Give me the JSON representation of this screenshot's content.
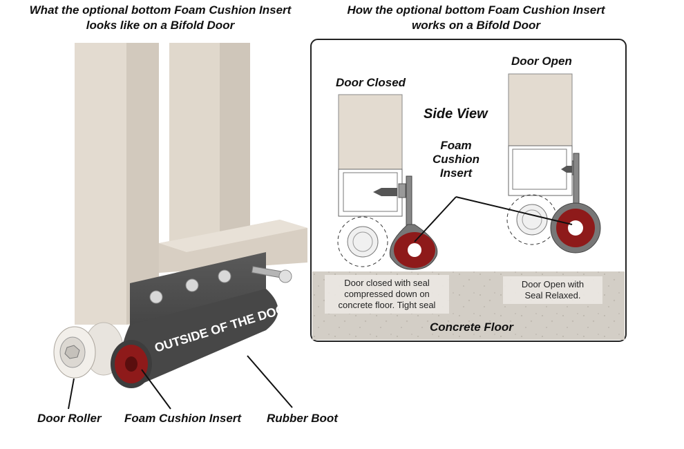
{
  "left_title": {
    "line1": "What the optional bottom Foam Cushion Insert",
    "line2": "looks like on a Bifold Door"
  },
  "right_title": {
    "line1": "How the optional bottom Foam Cushion Insert",
    "line2": "works on a Bifold Door"
  },
  "boot_text": "OUTSIDE OF THE DOOR",
  "labels": {
    "door_roller": "Door Roller",
    "foam_insert": "Foam Cushion Insert",
    "rubber_boot": "Rubber Boot"
  },
  "panel": {
    "door_closed": "Door Closed",
    "door_open": "Door Open",
    "side_view": "Side View",
    "foam_label": {
      "line1": "Foam",
      "line2": "Cushion",
      "line3": "Insert"
    },
    "caption_closed": {
      "line1": "Door closed with seal",
      "line2": "compressed down on",
      "line3": "concrete floor. Tight seal"
    },
    "caption_open": {
      "line1": "Door Open with",
      "line2": "Seal Relaxed."
    },
    "floor": "Concrete Floor"
  },
  "colors": {
    "wood": "#e3dbd0",
    "wood_dark": "#c9bfb2",
    "boot": "#4e4e4e",
    "foam": "#8e1a1a",
    "concrete": "#cfcac2"
  }
}
